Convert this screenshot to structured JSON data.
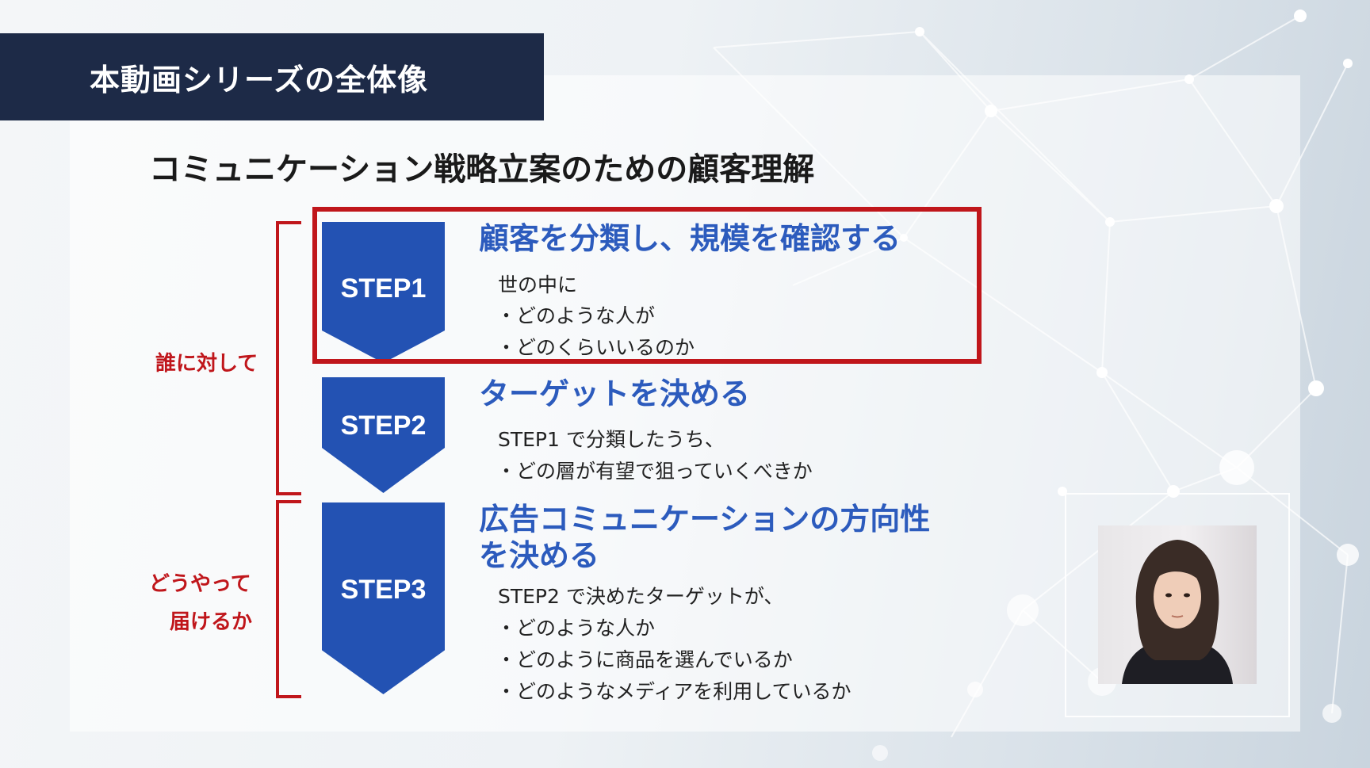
{
  "slide": {
    "title": "本動画シリーズの全体像",
    "subtitle": "コミュニケーション戦略立案のための顧客理解"
  },
  "side_labels": {
    "who": "誰に対して",
    "how_line1": "どうやって",
    "how_line2": "届けるか"
  },
  "steps": [
    {
      "label": "STEP1",
      "heading": "顧客を分類し、規模を確認する",
      "lines": [
        "世の中に",
        "・どのような人が",
        "・どのくらいいるのか"
      ]
    },
    {
      "label": "STEP2",
      "heading": "ターゲットを決める",
      "lines": [
        "STEP1 で分類したうち、",
        "・どの層が有望で狙っていくべきか"
      ]
    },
    {
      "label": "STEP3",
      "heading_line1": "広告コミュニケーションの方向性",
      "heading_line2": "を決める",
      "lines": [
        "STEP2 で決めたターゲットが、",
        "・どのような人か",
        "・どのように商品を選んでいるか",
        "・どのようなメディアを利用しているか"
      ]
    }
  ],
  "colors": {
    "banner": "#1d2a47",
    "step_blue": "#2352b3",
    "heading_blue": "#2c5bbd",
    "accent_red": "#c0161b"
  },
  "icons": {
    "presenter": "presenter-video-thumbnail"
  }
}
